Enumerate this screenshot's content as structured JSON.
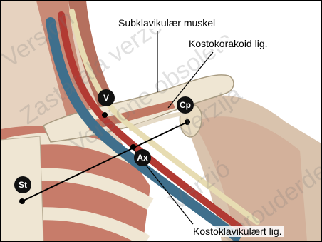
{
  "labels": {
    "subclavius": "Subklavikulær muskel",
    "costocoracoid": "Kostokorakoid lig.",
    "costoclavicular": "Kostoklavikulært lig."
  },
  "markers": {
    "v": "V",
    "cp": "Cp",
    "ax": "Ax",
    "st": "St"
  },
  "watermark_text": [
    "Version",
    "Zastaralá verze",
    "Versione obsoleta",
    "Verzija",
    "Verzió",
    "Verouderde versie"
  ],
  "colors": {
    "skin": "#e9d6c3",
    "muscle": "#c97a6a",
    "bone": "#ece3cf",
    "vein": "#3f6f8c",
    "artery": "#b23a33",
    "marker": "#111111"
  }
}
